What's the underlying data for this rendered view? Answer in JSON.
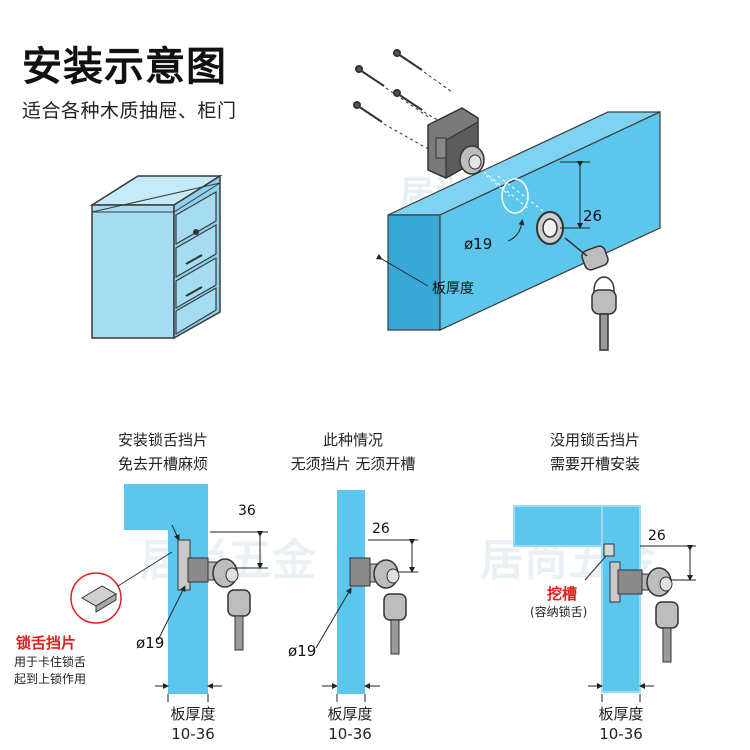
{
  "header": {
    "title": "安装示意图",
    "subtitle": "适合各种木质抽屉、柜门"
  },
  "top_figure": {
    "hole_diameter": "ø19",
    "depth": "26",
    "board_thickness_label": "板厚度"
  },
  "watermark": "居尚五金",
  "scenarios": [
    {
      "caption_line1": "安装锁舌挡片",
      "caption_line2": "免去开槽麻烦",
      "height": "36",
      "diameter": "ø19",
      "part_label": "锁舌挡片",
      "part_note_line1": "用于卡住锁舌",
      "part_note_line2": "起到上锁作用",
      "thickness_label": "板厚度",
      "thickness_range": "10-36"
    },
    {
      "caption_line1": "此种情况",
      "caption_line2": "无须挡片 无须开槽",
      "height": "26",
      "diameter": "ø19",
      "thickness_label": "板厚度",
      "thickness_range": "10-36"
    },
    {
      "caption_line1": "没用锁舌挡片",
      "caption_line2": "需要开槽安装",
      "height": "26",
      "slot_label": "挖槽",
      "slot_note": "(容纳锁舌)",
      "thickness_label": "板厚度",
      "thickness_range": "10-36"
    }
  ],
  "colors": {
    "board": "#5dc6ec",
    "board_dark": "#3aa8d6",
    "cabinet": "#a6dcf2",
    "accent_red": "#e02020",
    "metal": "#9a9a9a"
  }
}
